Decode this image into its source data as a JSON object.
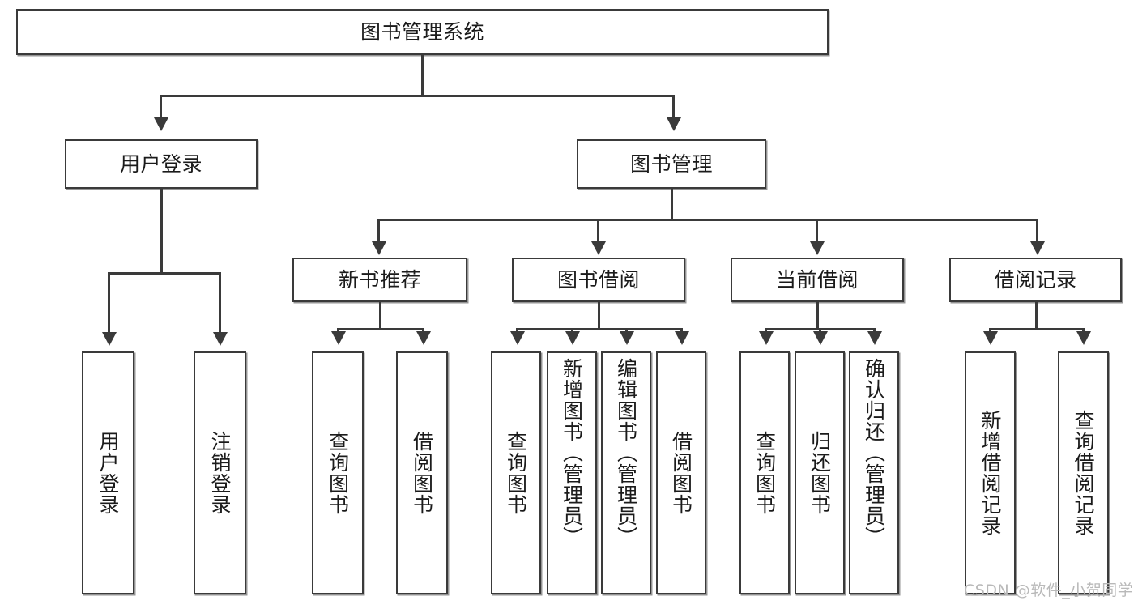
{
  "diagram": {
    "type": "tree-hierarchy",
    "title": "图书管理系统",
    "nodes": {
      "root": {
        "label": "图书管理系统"
      },
      "level1": [
        {
          "id": "user-login",
          "label": "用户登录"
        },
        {
          "id": "book-management",
          "label": "图书管理"
        }
      ],
      "level2": [
        {
          "id": "new-book-recommend",
          "label": "新书推荐",
          "parent": "book-management"
        },
        {
          "id": "book-borrow",
          "label": "图书借阅",
          "parent": "book-management"
        },
        {
          "id": "current-borrow",
          "label": "当前借阅",
          "parent": "book-management"
        },
        {
          "id": "borrow-record",
          "label": "借阅记录",
          "parent": "book-management"
        }
      ],
      "leaves": {
        "user-login": [
          {
            "id": "leaf-user-login",
            "label": "用户登录"
          },
          {
            "id": "leaf-logout",
            "label": "注销登录"
          }
        ],
        "new-book-recommend": [
          {
            "id": "leaf-query-book-1",
            "label": "查询图书"
          },
          {
            "id": "leaf-borrow-book-1",
            "label": "借阅图书"
          }
        ],
        "book-borrow": [
          {
            "id": "leaf-query-book-2",
            "label": "查询图书"
          },
          {
            "id": "leaf-add-book",
            "label": "新增图书（管理员）"
          },
          {
            "id": "leaf-edit-book",
            "label": "编辑图书（管理员）"
          },
          {
            "id": "leaf-borrow-book-2",
            "label": "借阅图书"
          }
        ],
        "current-borrow": [
          {
            "id": "leaf-query-book-3",
            "label": "查询图书"
          },
          {
            "id": "leaf-return-book",
            "label": "归还图书"
          },
          {
            "id": "leaf-confirm-return",
            "label": "确认归还（管理员）"
          }
        ],
        "borrow-record": [
          {
            "id": "leaf-add-record",
            "label": "新增借阅记录"
          },
          {
            "id": "leaf-query-record",
            "label": "查询借阅记录"
          }
        ]
      }
    },
    "colors": {
      "box_border": "#3a3a3a",
      "box_fill": "#ffffff",
      "connector": "#3a3a3a",
      "text": "#1b1b1b",
      "watermark": "#b9b9b9",
      "background": "#ffffff"
    }
  },
  "watermark": {
    "text": "CSDN @软件_小贺同学"
  }
}
